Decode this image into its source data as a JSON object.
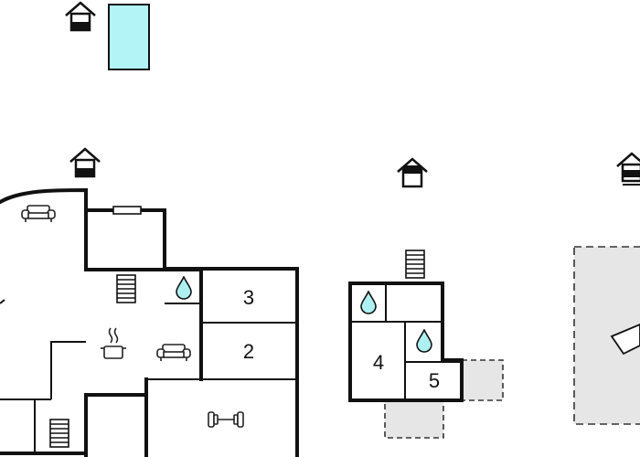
{
  "colors": {
    "wall": "#111111",
    "pool": "#b3f5f7",
    "water_drop": "#aef0f2",
    "terrace": "#e6e6e6"
  },
  "rooms": {
    "room_3": "3",
    "room_2": "2",
    "room_4": "4",
    "room_5": "5"
  },
  "icons": [
    "floor-level-icon",
    "pool-icon",
    "sofa-icon",
    "stairs-icon",
    "water-drop-icon",
    "cooking-pot-icon",
    "dumbbell-icon",
    "window-icon",
    "terrace-area",
    "compass-arrow-icon"
  ]
}
